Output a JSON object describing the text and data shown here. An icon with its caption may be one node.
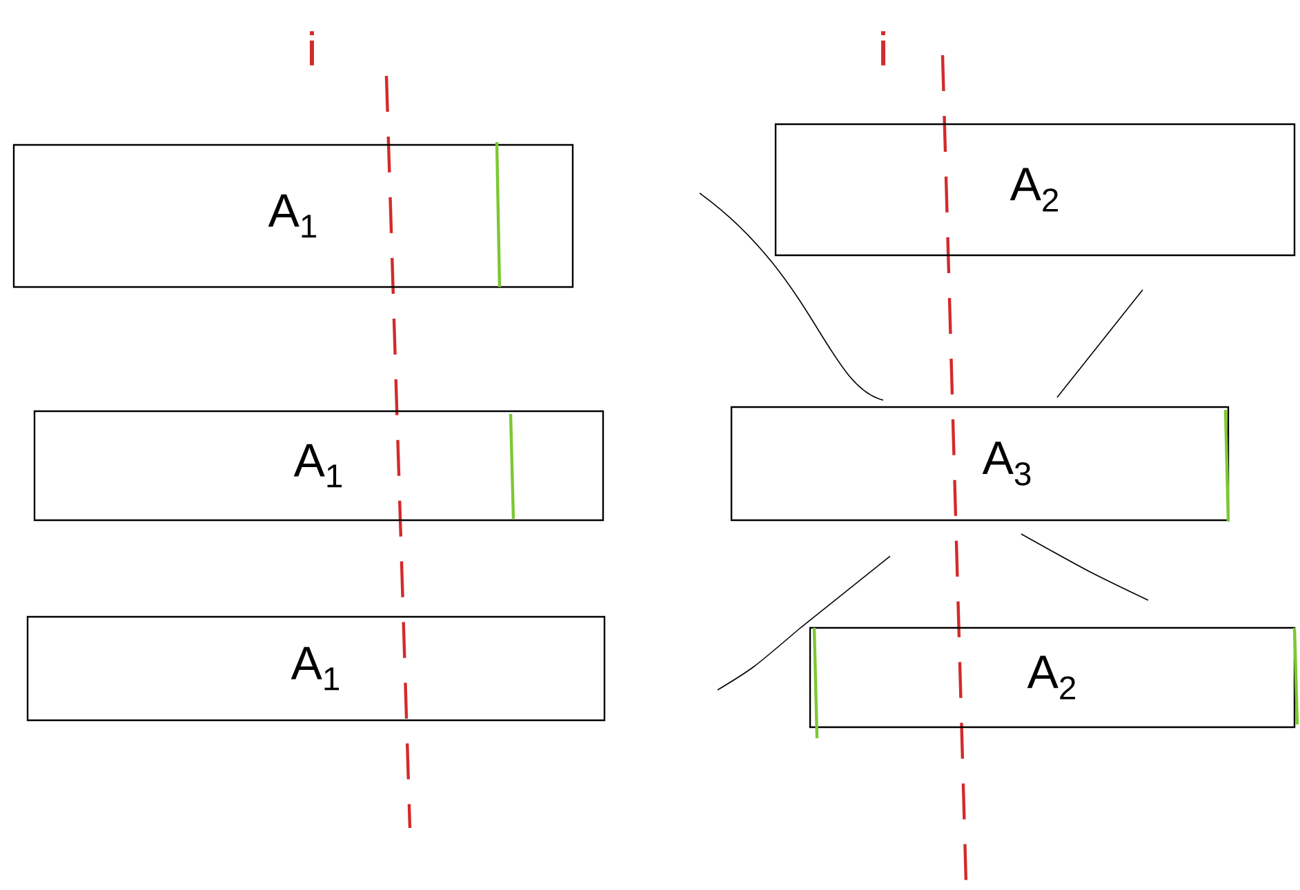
{
  "diagram": {
    "nodes": [
      {
        "text": [
          "A$_{1}$"
        ]
      },
      {
        "text": [
          "A$_{1}$"
        ]
      },
      {
        "text": [
          "A$_{1}$"
        ]
      },
      {
        "text": [
          "A$_{2}$"
        ]
      },
      {
        "text": [
          "A$_{3}$"
        ]
      },
      {
        "text": [
          "A$_{2}$"
        ]
      }
    ],
    "labels": [
      "i",
      "i"
    ]
  }
}
